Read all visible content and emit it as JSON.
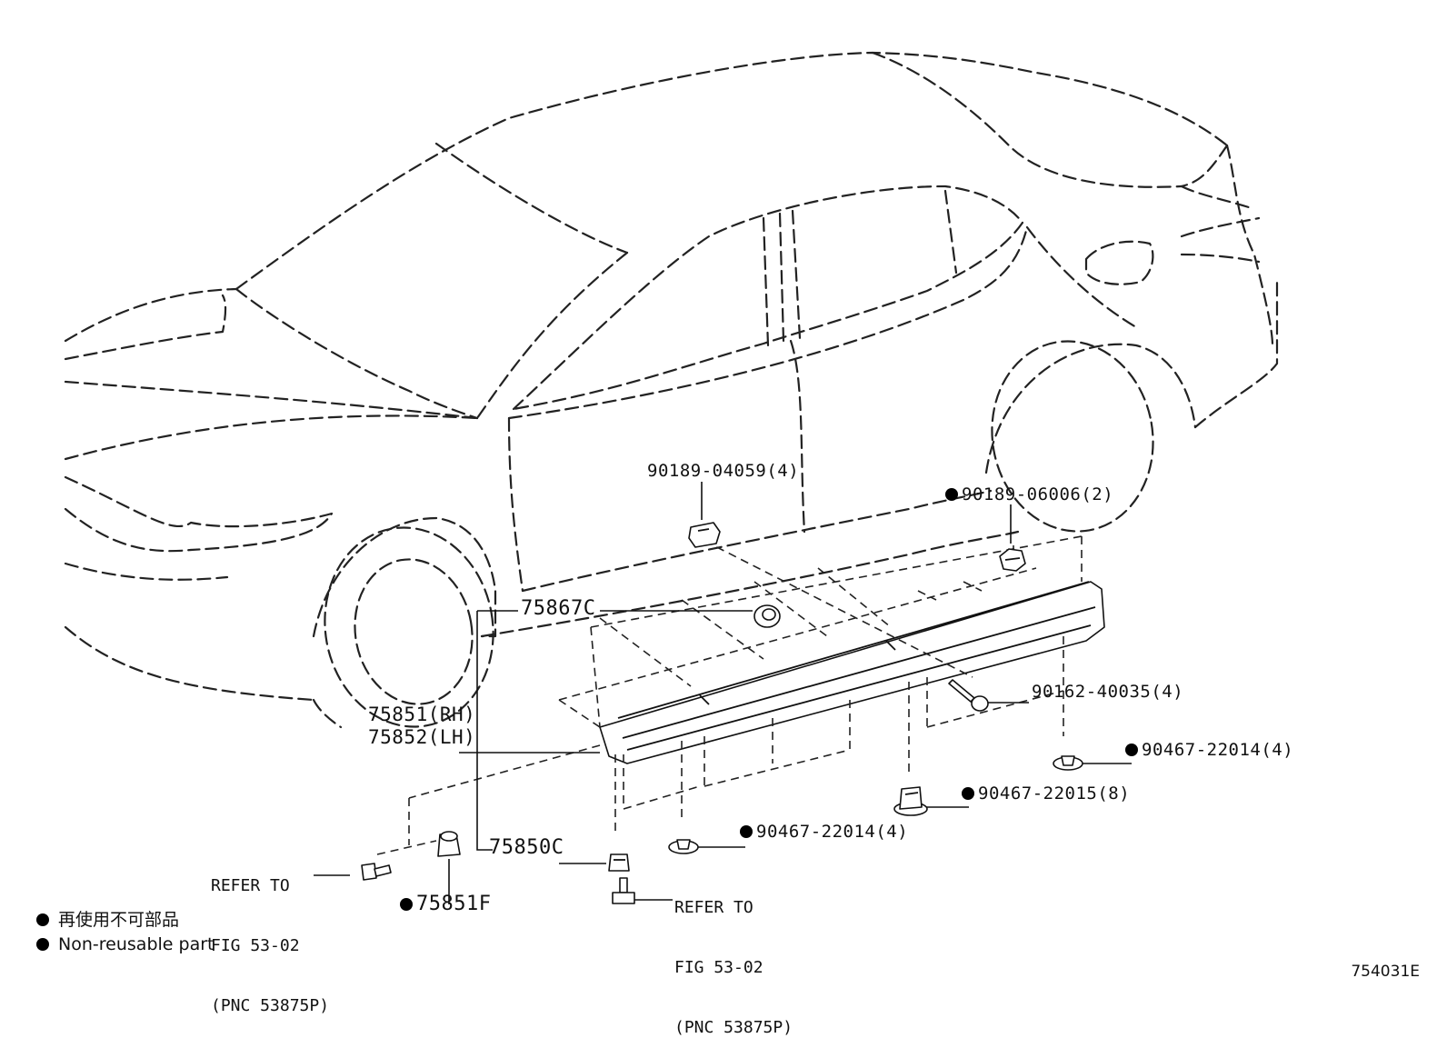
{
  "callouts": [
    {
      "id": "p90189-04059",
      "text": "90189-04059(4)",
      "non_reusable": false
    },
    {
      "id": "p90189-06006",
      "text": "90189-06006(2)",
      "non_reusable": true
    },
    {
      "id": "p75867c",
      "text": "75867C",
      "non_reusable": false
    },
    {
      "id": "p75851",
      "text": "75851(RH)",
      "non_reusable": false
    },
    {
      "id": "p75852",
      "text": "75852(LH)",
      "non_reusable": false
    },
    {
      "id": "p90162",
      "text": "90162-40035(4)",
      "non_reusable": false
    },
    {
      "id": "p90467-a",
      "text": "90467-22014(4)",
      "non_reusable": true
    },
    {
      "id": "p90467-b",
      "text": "90467-22015(8)",
      "non_reusable": true
    },
    {
      "id": "p90467-c",
      "text": "90467-22014(4)",
      "non_reusable": true
    },
    {
      "id": "p75850c",
      "text": "75850C",
      "non_reusable": false
    },
    {
      "id": "p75851f",
      "text": "75851F",
      "non_reusable": true
    }
  ],
  "references": [
    {
      "line1": "REFER TO",
      "line2": "FIG 53-02",
      "line3": "(PNC 53875P)"
    },
    {
      "line1": "REFER TO",
      "line2": "FIG 53-02",
      "line3": "(PNC 53875P)"
    }
  ],
  "legend": [
    {
      "symbol": "filled-circle",
      "text": "再使用不可部品"
    },
    {
      "symbol": "filled-circle",
      "text": "Non-reusable part"
    }
  ],
  "figure_id": "754031E"
}
